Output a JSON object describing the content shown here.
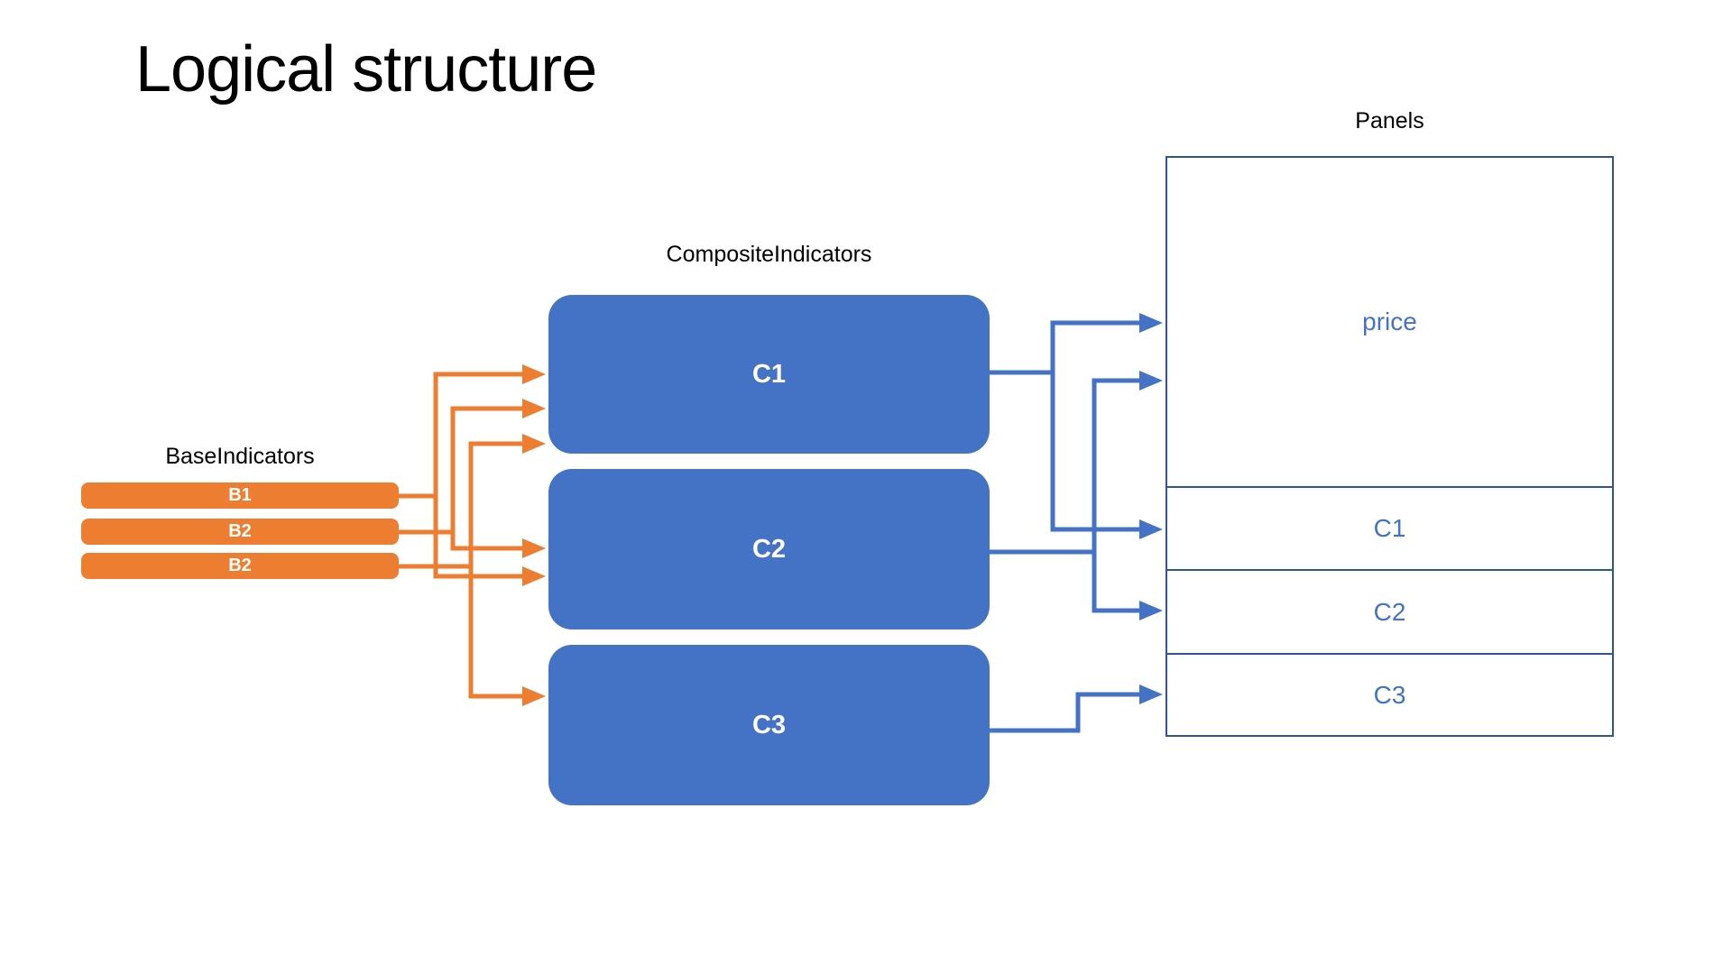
{
  "title": "Logical structure",
  "colors": {
    "orange": "#ED7D31",
    "blue": "#4472C4",
    "panel_border": "#2F5597",
    "panel_text": "#4472C4",
    "ink": "#000000"
  },
  "base_indicators": {
    "label": "BaseIndicators",
    "items": [
      {
        "label": "B1"
      },
      {
        "label": "B2"
      },
      {
        "label": "B2"
      }
    ]
  },
  "composite_indicators": {
    "label": "CompositeIndicators",
    "items": [
      {
        "label": "C1"
      },
      {
        "label": "C2"
      },
      {
        "label": "C3"
      }
    ]
  },
  "panels": {
    "label": "Panels",
    "rows": [
      {
        "label": "price"
      },
      {
        "label": "C1"
      },
      {
        "label": "C2"
      },
      {
        "label": "C3"
      }
    ]
  },
  "edges": [
    {
      "from": "B1",
      "to": "C1",
      "color": "orange"
    },
    {
      "from": "B1",
      "to": "C2",
      "color": "orange"
    },
    {
      "from": "B2",
      "to": "C1",
      "color": "orange"
    },
    {
      "from": "B2",
      "to": "C2",
      "color": "orange"
    },
    {
      "from": "B2",
      "to": "C1",
      "color": "orange"
    },
    {
      "from": "B2",
      "to": "C3",
      "color": "orange"
    },
    {
      "from": "C1",
      "to": "price panel",
      "color": "blue"
    },
    {
      "from": "C1",
      "to": "C1 panel",
      "color": "blue"
    },
    {
      "from": "C2",
      "to": "price panel",
      "color": "blue"
    },
    {
      "from": "C2",
      "to": "C2 panel",
      "color": "blue"
    },
    {
      "from": "C3",
      "to": "C3 panel",
      "color": "blue"
    }
  ]
}
